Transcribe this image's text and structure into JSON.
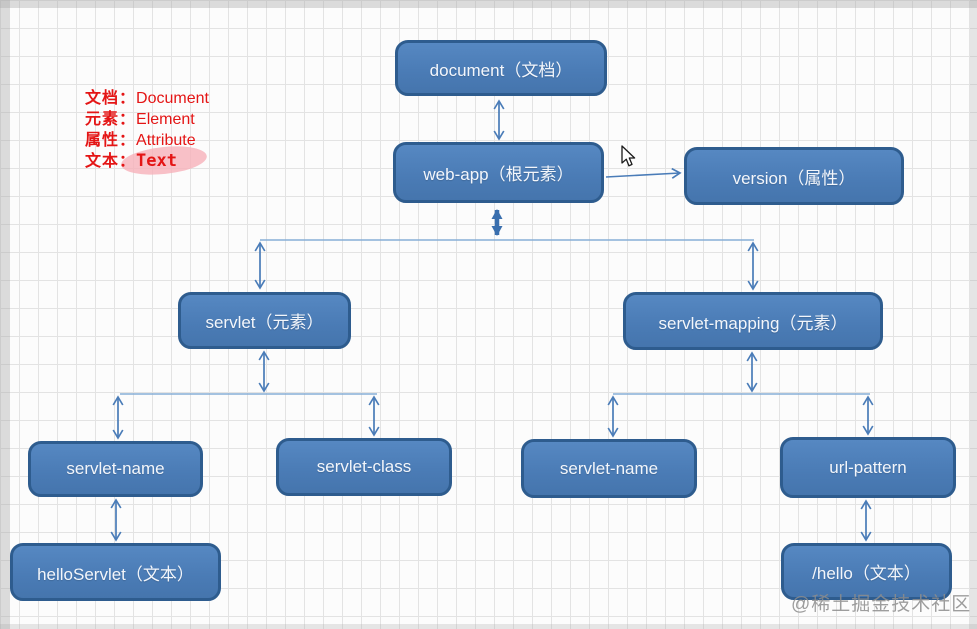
{
  "title": "web.xml DOM tree diagram",
  "legend": {
    "items": [
      {
        "zh": "文档：",
        "en": "Document"
      },
      {
        "zh": "元素：",
        "en": "Element"
      },
      {
        "zh": "属性：",
        "en": "Attribute"
      },
      {
        "zh": "文本：",
        "en": "Text"
      }
    ]
  },
  "nodes": {
    "document": {
      "label": "document（文档）"
    },
    "webapp": {
      "label": "web-app（根元素）"
    },
    "version": {
      "label": "version（属性）"
    },
    "servlet": {
      "label": "servlet（元素）"
    },
    "servlet_mapping": {
      "label": "servlet-mapping（元素）"
    },
    "servlet_name_l": {
      "label": "servlet-name"
    },
    "servlet_class": {
      "label": "servlet-class"
    },
    "servlet_name_r": {
      "label": "servlet-name"
    },
    "url_pattern": {
      "label": "url-pattern"
    },
    "hello_servlet": {
      "label": "helloServlet（文本）"
    },
    "hello_text": {
      "label": "/hello（文本）"
    }
  },
  "watermark": {
    "text": "@稀土掘金技术社区"
  },
  "colors": {
    "node_fill": "#4f81bd",
    "node_border": "#2e5c8e",
    "arrow": "#4a7cb8",
    "arrow_thick": "#3a6fae",
    "branch_line": "#87aed6",
    "legend_red": "#e41515",
    "highlight_pink": "#f6b0b9",
    "grid_line": "#e3e3e3",
    "watermark_gray": "#8d8d8d"
  }
}
